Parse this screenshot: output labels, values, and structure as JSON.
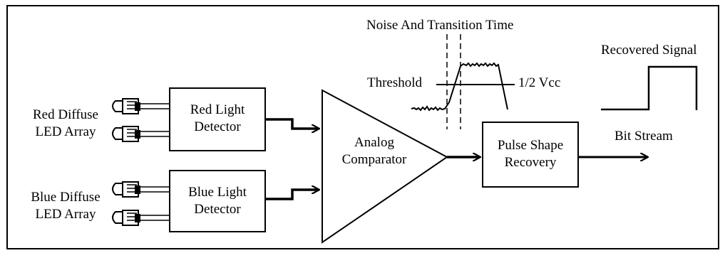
{
  "labels": {
    "noise_transition": "Noise And Transition  Time",
    "recovered_signal": "Recovered Signal",
    "threshold": "Threshold",
    "half_vcc": "1/2 Vcc",
    "red_array_line1": "Red Diffuse",
    "red_array_line2": "LED Array",
    "blue_array_line1": "Blue Diffuse",
    "blue_array_line2": "LED Array",
    "red_detector_line1": "Red Light",
    "red_detector_line2": "Detector",
    "blue_detector_line1": "Blue Light",
    "blue_detector_line2": "Detector",
    "comparator_line1": "Analog",
    "comparator_line2": "Comparator",
    "pulse_line1": "Pulse Shape",
    "pulse_line2": "Recovery",
    "bit_stream": "Bit Stream"
  },
  "colors": {
    "stroke": "#000000",
    "background": "#ffffff"
  }
}
